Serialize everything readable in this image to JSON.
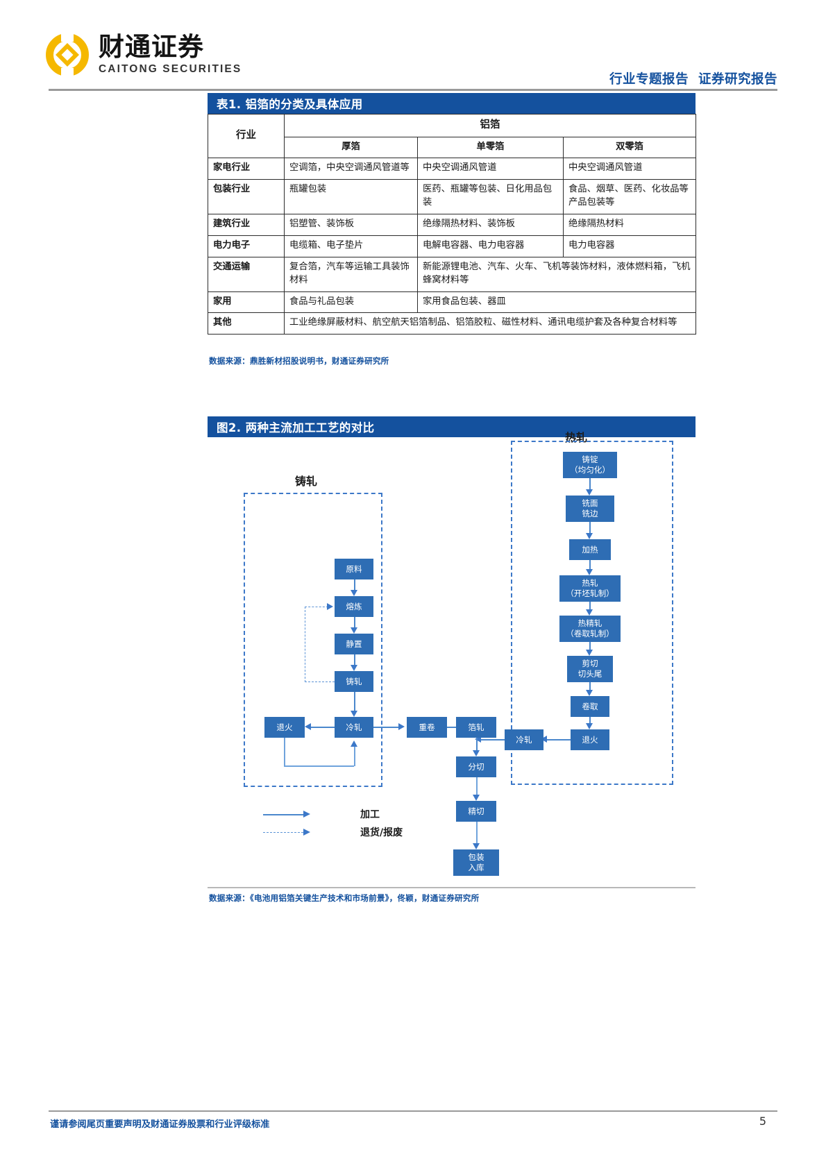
{
  "brand": {
    "name_cn": "财通证券",
    "name_en": "CAITONG SECURITIES",
    "accent_gold": "#F5B800",
    "accent_blue": "#14519E"
  },
  "header": {
    "tag_left": "行业专题报告",
    "tag_right": "证券研究报告"
  },
  "table1": {
    "banner": "表1. 铝箔的分类及具体应用",
    "col_industry": "行业",
    "col_group": "铝箔",
    "subcols": [
      "厚箔",
      "单零箔",
      "双零箔"
    ],
    "rows": [
      {
        "industry": "家电行业",
        "cells": [
          "空调箔，中央空调通风管道等",
          "中央空调通风管道",
          "中央空调通风管道"
        ],
        "span": [
          1,
          1,
          1
        ]
      },
      {
        "industry": "包装行业",
        "cells": [
          "瓶罐包装",
          "医药、瓶罐等包装、日化用品包装",
          "食品、烟草、医药、化妆品等产品包装等"
        ],
        "span": [
          1,
          1,
          1
        ]
      },
      {
        "industry": "建筑行业",
        "cells": [
          "铝塑管、装饰板",
          "绝缘隔热材料、装饰板",
          "绝缘隔热材料"
        ],
        "span": [
          1,
          1,
          1
        ]
      },
      {
        "industry": "电力电子",
        "cells": [
          "电缆箱、电子垫片",
          "电解电容器、电力电容器",
          "电力电容器"
        ],
        "span": [
          1,
          1,
          1
        ]
      },
      {
        "industry": "交通运输",
        "cells": [
          "复合箔，汽车等运输工具装饰材料",
          "新能源锂电池、汽车、火车、飞机等装饰材料，液体燃料箱，飞机蜂窝材料等"
        ],
        "span": [
          1,
          2
        ]
      },
      {
        "industry": "家用",
        "cells": [
          "食品与礼品包装",
          "家用食品包装、器皿"
        ],
        "span": [
          1,
          2
        ]
      },
      {
        "industry": "其他",
        "cells": [
          "工业绝缘屏蔽材料、航空航天铝箔制品、铝箔胶粒、磁性材料、通讯电缆护套及各种复合材料等"
        ],
        "span": [
          3
        ]
      }
    ],
    "source": "数据来源：鼎胜新材招股说明书，财通证券研究所"
  },
  "figure2": {
    "banner": "图2. 两种主流加工工艺的对比",
    "group_labels": {
      "cast": "铸轧",
      "hot": "热轧"
    },
    "nodes": {
      "cast": [
        "原料",
        "熔炼",
        "静置",
        "铸轧",
        "冷轧",
        "退火"
      ],
      "center": [
        "重卷",
        "箔轧",
        "分切",
        "精切",
        "包装\n入库"
      ],
      "hot": [
        "铸锭\n（均匀化）",
        "铣面\n铣边",
        "加热",
        "热轧\n（开坯轧制）",
        "热精轧\n（卷取轧制）",
        "剪切\n切头尾",
        "卷取",
        "退火",
        "冷轧"
      ]
    },
    "legend": [
      {
        "label": "加工",
        "style": "solid"
      },
      {
        "label": "退货/报废",
        "style": "dashed"
      }
    ],
    "source": "数据来源：《电池用铝箔关键生产技术和市场前景》，佟颖，财通证券研究所"
  },
  "footer": {
    "disclaimer": "谨请参阅尾页重要声明及财通证券股票和行业评级标准",
    "page": "5"
  }
}
